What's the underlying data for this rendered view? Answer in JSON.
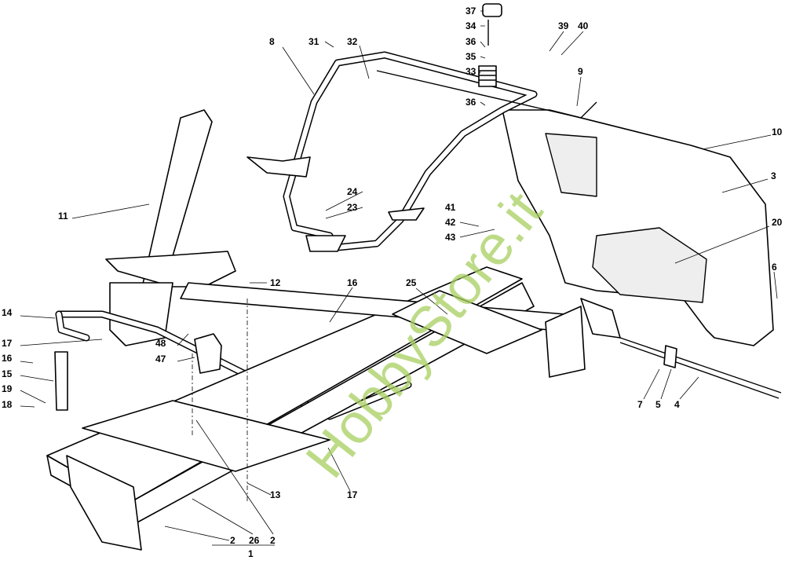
{
  "diagram": {
    "title": "Frame assembly exploded parts diagram",
    "watermark": "HobbyStore.it",
    "labels": {
      "l37": "37",
      "l34": "34",
      "l36a": "36",
      "l35": "35",
      "l33": "33",
      "l36b": "36",
      "l39": "39",
      "l40": "40",
      "l9": "9",
      "l8": "8",
      "l31": "31",
      "l32": "32",
      "l10": "10",
      "l3": "3",
      "l24": "24",
      "l23": "23",
      "l41": "41",
      "l42": "42",
      "l43": "43",
      "l11": "11",
      "l20": "20",
      "l6": "6",
      "l12": "12",
      "l16a": "16",
      "l25": "25",
      "l14": "14",
      "l17a": "17",
      "l48": "48",
      "l47": "47",
      "l16b": "16",
      "l15": "15",
      "l19": "19",
      "l18": "18",
      "l7": "7",
      "l5": "5",
      "l4": "4",
      "l13": "13",
      "l17b": "17",
      "l2a": "2",
      "l26": "26",
      "l2b": "2",
      "l1": "1"
    }
  }
}
